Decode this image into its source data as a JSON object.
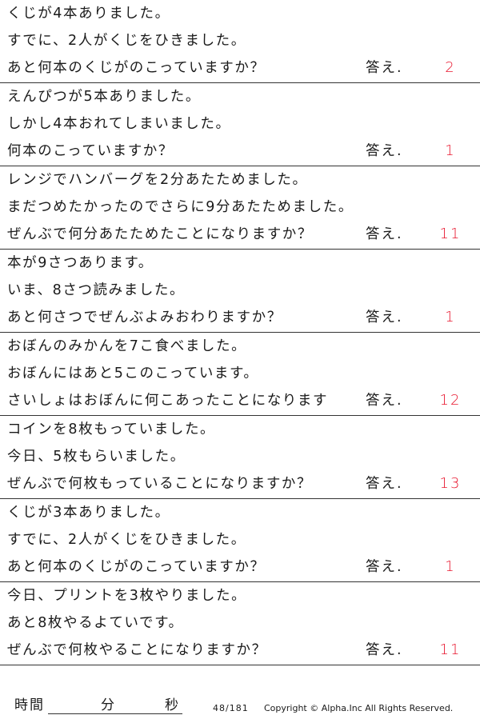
{
  "problems": [
    {
      "lines": [
        "くじが4本ありました。",
        "すでに、2人がくじをひきました。",
        "あと何本のくじがのこっていますか？"
      ],
      "answer_label": "答え.",
      "answer": "2"
    },
    {
      "lines": [
        "えんぴつが5本ありました。",
        "しかし4本おれてしまいました。",
        "何本のこっていますか？"
      ],
      "answer_label": "答え.",
      "answer": "1"
    },
    {
      "lines": [
        "レンジでハンバーグを2分あたためました。",
        "まだつめたかったのでさらに9分あたためました。",
        "ぜんぶで何分あたためたことになりますか？"
      ],
      "answer_label": "答え.",
      "answer": "11"
    },
    {
      "lines": [
        "本が9さつあります。",
        "いま、8さつ読みました。",
        "あと何さつでぜんぶよみおわりますか？"
      ],
      "answer_label": "答え.",
      "answer": "1"
    },
    {
      "lines": [
        "おぼんのみかんを7こ食べました。",
        "おぼんにはあと5このこっています。",
        "さいしょはおぼんに何こあったことになります"
      ],
      "answer_label": "答え.",
      "answer": "12"
    },
    {
      "lines": [
        "コインを8枚もっていました。",
        "今日、5枚もらいました。",
        "ぜんぶで何枚もっていることになりますか？"
      ],
      "answer_label": "答え.",
      "answer": "13"
    },
    {
      "lines": [
        "くじが3本ありました。",
        "すでに、2人がくじをひきました。",
        "あと何本のくじがのこっていますか？"
      ],
      "answer_label": "答え.",
      "answer": "1"
    },
    {
      "lines": [
        "今日、プリントを3枚やりました。",
        "あと8枚やるよていです。",
        "ぜんぶで何枚やることになりますか？"
      ],
      "answer_label": "答え.",
      "answer": "11"
    }
  ],
  "footer": {
    "time_label": "時間",
    "minutes_label": "分",
    "seconds_label": "秒",
    "page_number": "48/181",
    "copyright": "Copyright ©  Alpha.Inc All Rights Reserved."
  },
  "colors": {
    "answer": "#e8142c",
    "text": "#1a1a1a",
    "rule": "#333333"
  }
}
